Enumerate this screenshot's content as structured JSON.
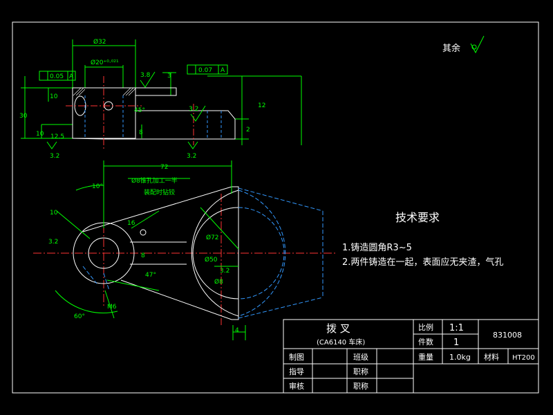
{
  "surface_note": {
    "label": "其余"
  },
  "technical_requirements": {
    "title": "技术要求",
    "items": [
      "1.铸造圆角R3~5",
      "2.两件铸造在一起，表面应无夹渣，气孔"
    ]
  },
  "dimensions": {
    "d32": "Ø32",
    "d20": "Ø20⁺⁰·⁰²¹",
    "d72": "Ø72",
    "d50": "Ø50",
    "d8": "Ø8",
    "len72": "72",
    "r3_8": "3.8",
    "r3_2a": "3.2",
    "r3_2b": "3.2",
    "r3_2c": "3.2",
    "r3_2d": "3.2",
    "r3_2e": "3.2",
    "r12_5": "12.5",
    "tol_left": "0.05",
    "tol_left_ref": "A",
    "tol_right": "0.07",
    "tol_right_ref": "A",
    "v30": "30",
    "v10a": "10",
    "v10b": "10",
    "v12": "12",
    "v8a": "8",
    "v8b": "8",
    "v3": "3",
    "v2": "2",
    "v4": "4",
    "ang10": "10°",
    "ang45": "45°",
    "ang47": "47°",
    "ang60": "60°",
    "m6": "M6",
    "n16": "16",
    "n10": "10"
  },
  "notes": {
    "taper_hole": "Ø8锥孔加工一半",
    "assembly": "装配时钻铰"
  },
  "title_block": {
    "part_name": "拨 叉",
    "machine": "(CA6140 车床)",
    "scale_label": "比例",
    "scale_value": "1:1",
    "qty_label": "件数",
    "qty_value": "1",
    "drawing_no": "831008",
    "weight_label": "重量",
    "weight_value": "1.0kg",
    "material_label": "材料",
    "material_value": "HT200",
    "drawn_label": "制图",
    "class_label": "班级",
    "guide_label": "指导",
    "title_label_1": "职称",
    "review_label": "审核",
    "title_label_2": "职称"
  }
}
